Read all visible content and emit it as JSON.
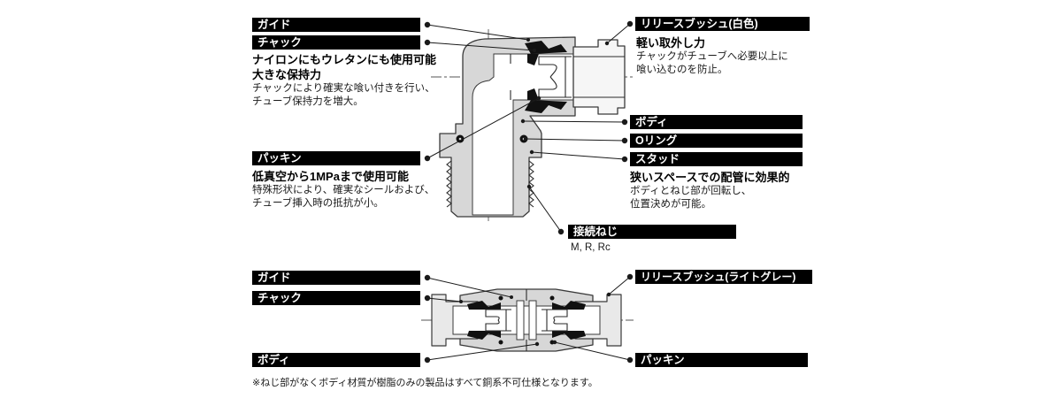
{
  "top": {
    "guide": {
      "label": "ガイド"
    },
    "chuck": {
      "label": "チャック",
      "bold1": "ナイロンにもウレタンにも使用可能",
      "bold2": "大きな保持力",
      "desc1": "チャックにより確実な喰い付きを行い、",
      "desc2": "チューブ保持力を増大。"
    },
    "packing": {
      "label": "パッキン",
      "bold1": "低真空から1MPaまで使用可能",
      "desc1": "特殊形状により、確実なシールおよび、",
      "desc2": "チューブ挿入時の抵抗が小。"
    },
    "release_bush": {
      "label": "リリースブッシュ(白色)",
      "bold1": "軽い取外し力",
      "desc1": "チャックがチューブへ必要以上に",
      "desc2": "喰い込むのを防止。"
    },
    "body": {
      "label": "ボディ"
    },
    "oring": {
      "label": "Oリング"
    },
    "stud": {
      "label": "スタッド",
      "bold1": "狭いスペースでの配管に効果的",
      "desc1": "ボディとねじ部が回転し、",
      "desc2": "位置決めが可能。"
    },
    "thread": {
      "label": "接続ねじ",
      "types": "M, R, Rc"
    }
  },
  "bottom": {
    "guide": {
      "label": "ガイド"
    },
    "chuck": {
      "label": "チャック"
    },
    "body": {
      "label": "ボディ"
    },
    "release_bush": {
      "label": "リリースブッシュ(ライトグレー)"
    },
    "packing": {
      "label": "パッキン"
    }
  },
  "footnote": "※ねじ部がなくボディ材質が樹脂のみの製品はすべて銅系不可仕様となります。",
  "colors": {
    "label_bar_bg": "#000000",
    "label_bar_text": "#ffffff",
    "body_fill": "#d7d7d7",
    "release_bush_white": "#f6f6f6",
    "release_bush_lightgray": "#e9e9e9",
    "line": "#1a1a1a"
  }
}
